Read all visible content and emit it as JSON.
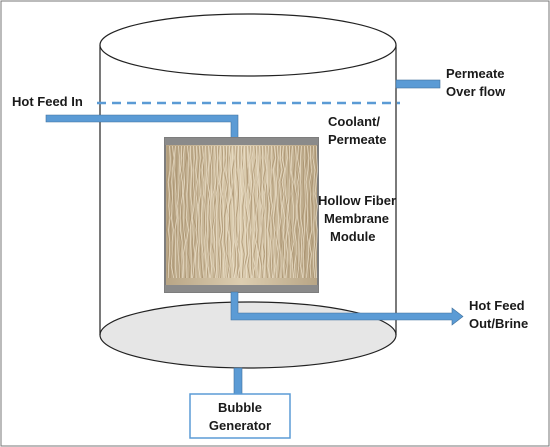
{
  "labels": {
    "hot_feed_in": "Hot Feed In",
    "permeate_overflow_line1": "Permeate",
    "permeate_overflow_line2": "Over flow",
    "coolant_line1": "Coolant/",
    "coolant_line2": "Permeate",
    "module_line1": "Hollow Fiber",
    "module_line2": "Membrane",
    "module_line3": "Module",
    "hot_feed_out_line1": "Hot Feed",
    "hot_feed_out_line2": "Out/Brine",
    "bubble_line1": "Bubble",
    "bubble_line2": "Generator"
  },
  "colors": {
    "pipe": "#5b9bd5",
    "pipe_stroke": "#41719c",
    "outline": "#222222",
    "bottom_fill": "#e6e6e6",
    "fiber_base": "#d8c7a8",
    "fiber_dark": "#b39a78",
    "frame": "#7d7d7d"
  },
  "icons": {
    "membrane": "hollow-fiber-module-photo",
    "arrow": "arrowhead-right-icon"
  }
}
